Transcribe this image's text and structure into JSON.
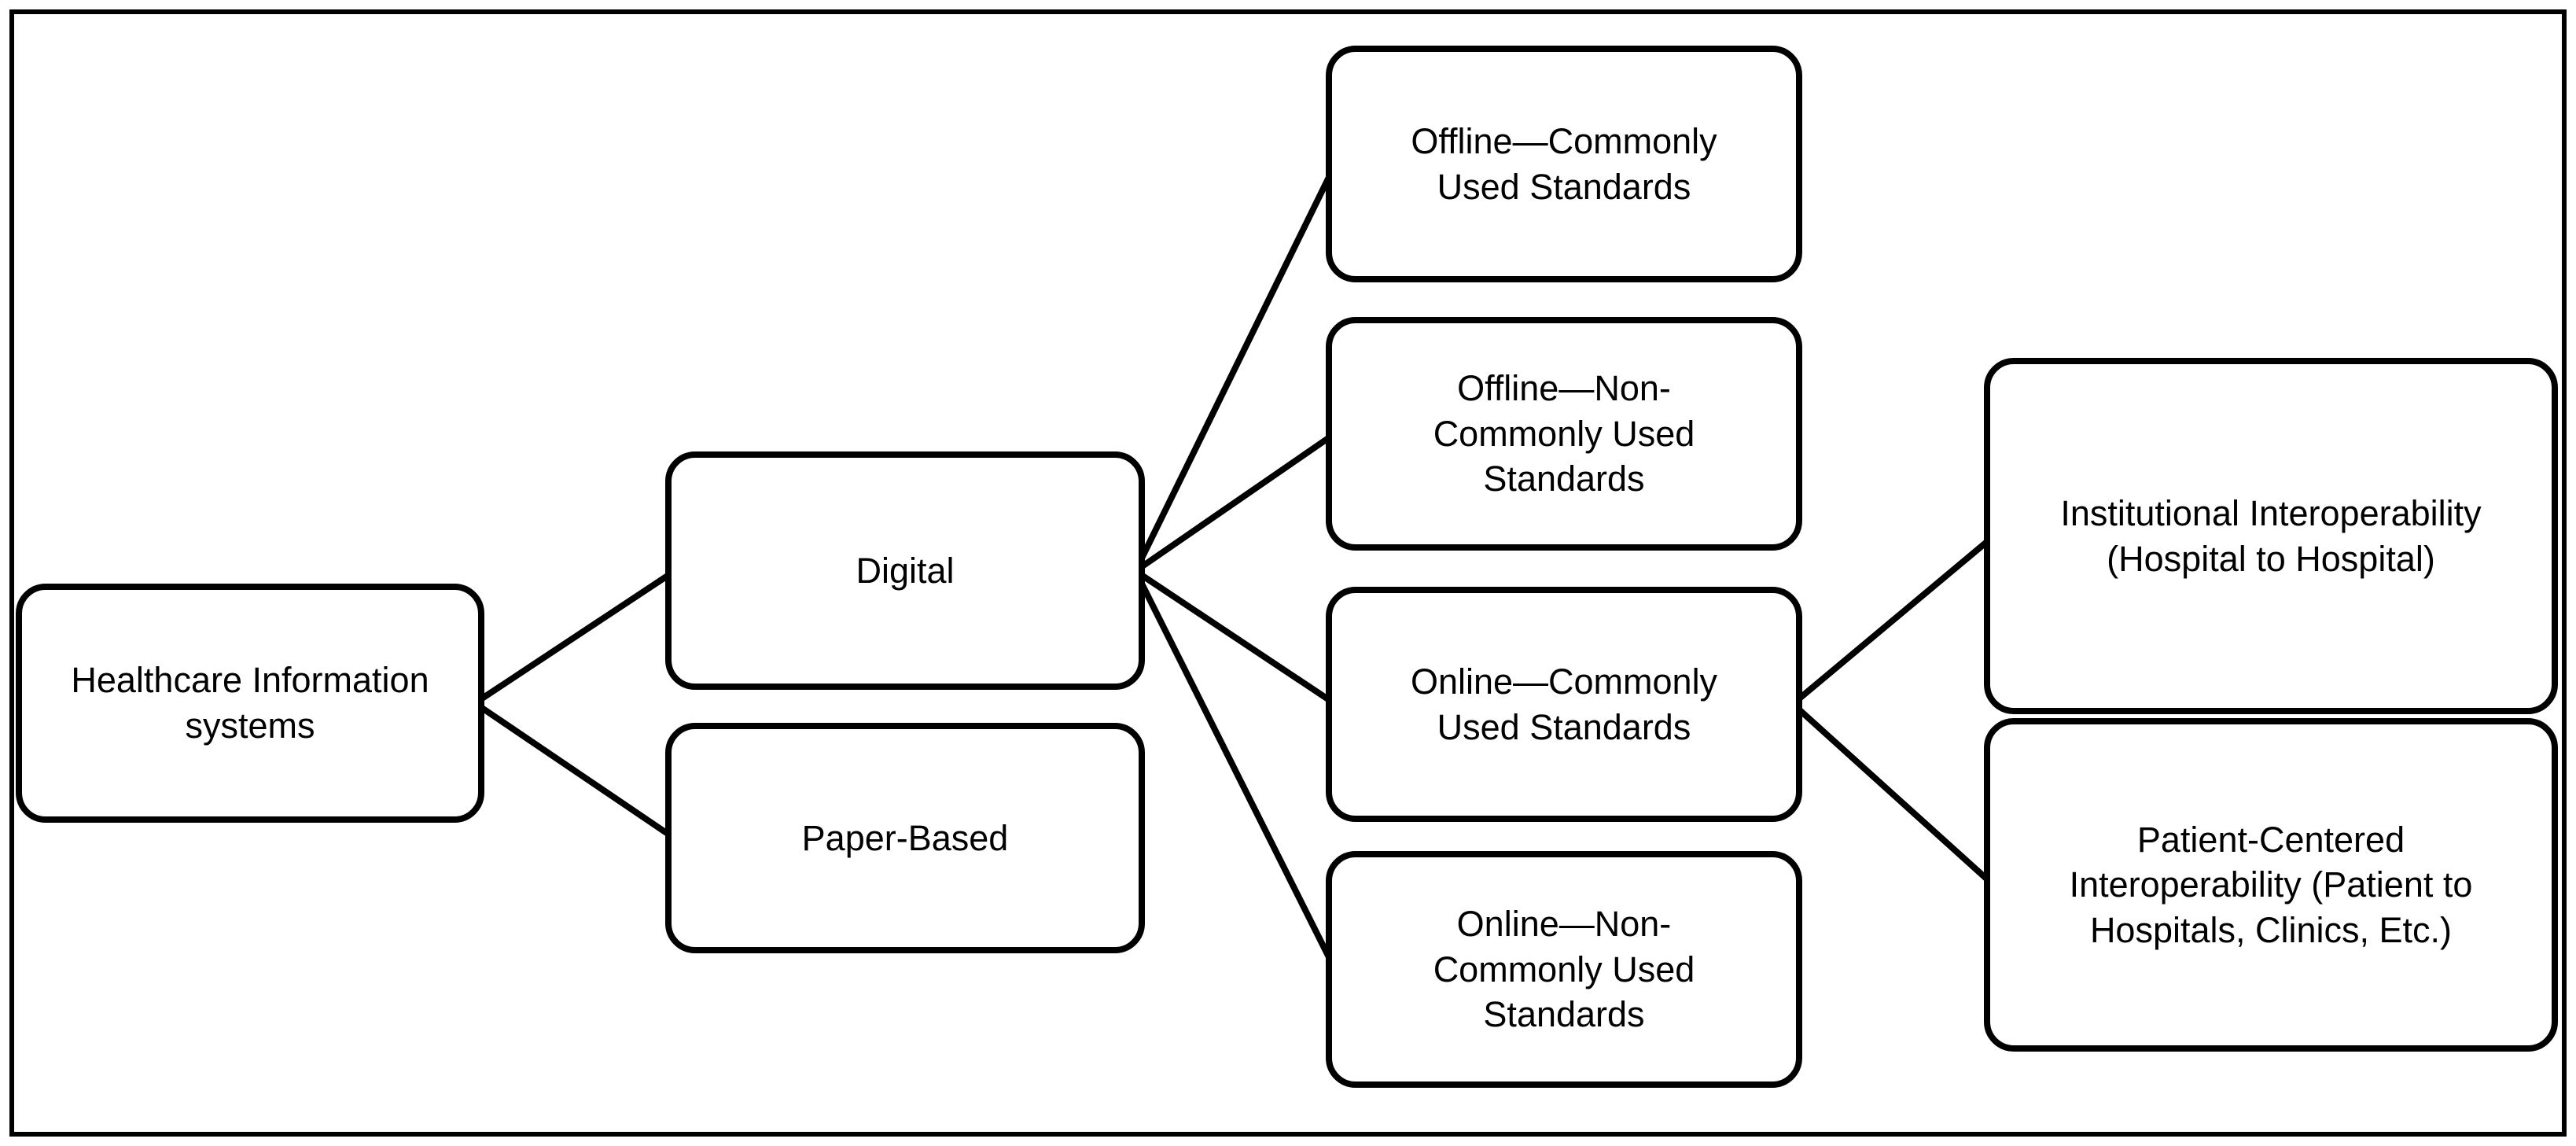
{
  "colors": {
    "stroke": "#000000",
    "background": "#ffffff"
  },
  "diagram": {
    "nodes": {
      "healthcare": {
        "lines": [
          "Healthcare Information",
          "systems"
        ]
      },
      "digital": {
        "lines": [
          "Digital"
        ]
      },
      "paper": {
        "lines": [
          "Paper-Based"
        ]
      },
      "offline_common": {
        "lines": [
          "Offline—Commonly",
          "Used Standards"
        ]
      },
      "offline_non_common": {
        "lines": [
          "Offline—Non-",
          "Commonly Used",
          "Standards"
        ]
      },
      "online_common": {
        "lines": [
          "Online—Commonly",
          "Used Standards"
        ]
      },
      "online_non_common": {
        "lines": [
          "Online—Non-",
          "Commonly Used",
          "Standards"
        ]
      },
      "institutional": {
        "lines": [
          "Institutional Interoperability",
          "(Hospital to Hospital)"
        ]
      },
      "patient_centered": {
        "lines": [
          "Patient-Centered",
          "Interoperability (Patient to",
          "Hospitals, Clinics, Etc.)"
        ]
      }
    },
    "edges": [
      {
        "from": "healthcare",
        "to": "digital"
      },
      {
        "from": "healthcare",
        "to": "paper"
      },
      {
        "from": "digital",
        "to": "offline_common"
      },
      {
        "from": "digital",
        "to": "offline_non_common"
      },
      {
        "from": "digital",
        "to": "online_common"
      },
      {
        "from": "digital",
        "to": "online_non_common"
      },
      {
        "from": "online_common",
        "to": "institutional"
      },
      {
        "from": "online_common",
        "to": "patient_centered"
      }
    ]
  }
}
